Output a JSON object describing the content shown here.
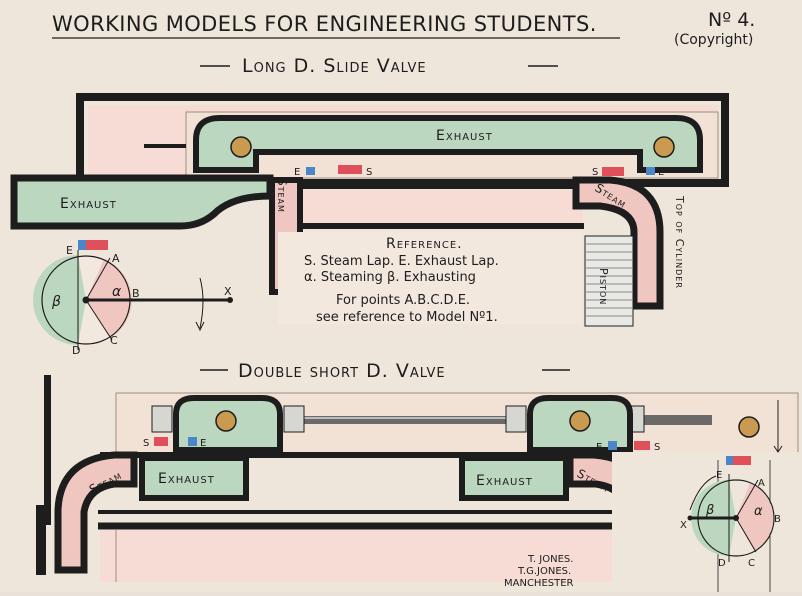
{
  "header": {
    "title": "WORKING MODELS FOR ENGINEERING STUDENTS.",
    "number": "Nº 4.",
    "copyright": "(Copyright)"
  },
  "top_model": {
    "title": "Long D. Slide Valve",
    "exhaust_upper": "Exhaust",
    "exhaust_pipe": "Exhaust",
    "steam_left": "Steam",
    "steam_right": "Steam",
    "port_e_left": "E",
    "port_s_left": "S",
    "port_s_right": "S",
    "port_e_right": "E",
    "top_of_cylinder": "Top of Cylinder",
    "piston": "Piston",
    "reference": {
      "heading": "Reference.",
      "line1": "S. Steam Lap.  E. Exhaust Lap.",
      "line2": "α. Steaming   β. Exhausting",
      "line3": "For points A.B.C.D.E.",
      "line4": "see reference to Model Nº1."
    },
    "diagram": {
      "E": "E",
      "A": "A",
      "B": "B",
      "C": "C",
      "D": "D",
      "X": "X",
      "alpha": "α",
      "beta": "β"
    }
  },
  "bottom_model": {
    "title": "Double short D. Valve",
    "exhaust_left": "Exhaust",
    "exhaust_right": "Exhaust",
    "steam_left": "Steam",
    "steam_right": "Steam",
    "port_s_left": "S",
    "port_e_left": "E",
    "port_e_right": "E",
    "port_s_right": "S",
    "diagram": {
      "E": "E",
      "A": "A",
      "B": "B",
      "C": "C",
      "D": "D",
      "X": "X",
      "alpha": "α",
      "beta": "β"
    }
  },
  "maker": {
    "line1": "T. JONES.",
    "line2": "T.G.JONES.",
    "line3": "MANCHESTER"
  },
  "colors": {
    "card": "#efe6db",
    "ink": "#1d1d1d",
    "green": "#bcd7c0",
    "pink": "#efc7c0",
    "light_pink": "#f6dcd4",
    "red_marker": "#e0505a",
    "blue_marker": "#4a86c8",
    "brass": "#c99a50"
  }
}
